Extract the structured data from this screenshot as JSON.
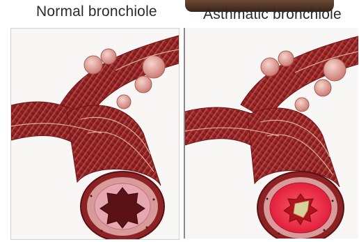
{
  "panels": [
    {
      "id": "normal",
      "heading": "Normal bronchiole"
    },
    {
      "id": "asthmatic",
      "heading": "Asthmatic bronchiole"
    }
  ],
  "colors": {
    "muscle": "#9e2a2b",
    "muscle_dark": "#6e1516",
    "muscle_stripe": "#c8564f",
    "fiber": "#e8c9a6",
    "outer_wall": "#d99a9a",
    "mucosa_normal": "#e6a8b0",
    "lumen_normal": "#5a1216",
    "mucosa_inflamed": "#f23a4f",
    "mucus": "#d9cf9a",
    "alveoli": "#e8a8a0",
    "background": "#f9f7f6"
  }
}
